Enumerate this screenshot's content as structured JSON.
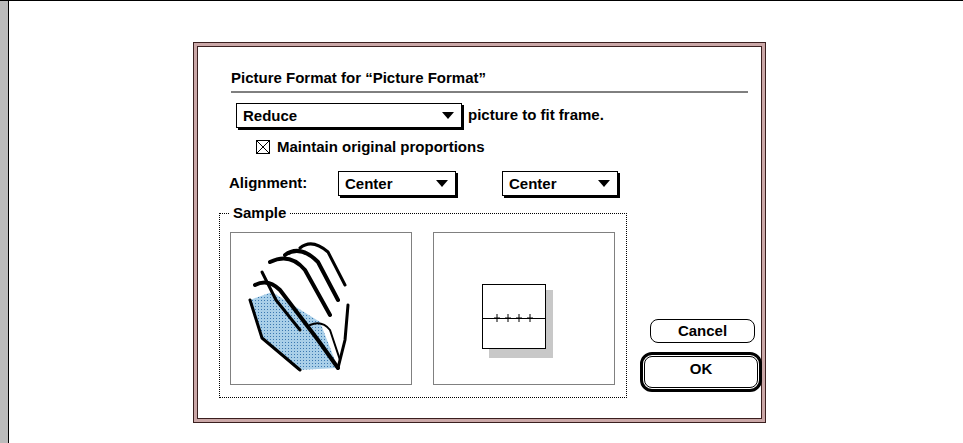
{
  "diagram": {
    "title": "Picture Format for “Picture Format”",
    "nodes": [
      {
        "text": [
          "Reduce"
        ]
      },
      {
        "text": [
          "Center"
        ]
      },
      {
        "text": [
          "Center"
        ]
      },
      {
        "text": [
          "Sample"
        ]
      },
      {
        "text": [
          "Cancel"
        ]
      },
      {
        "text": [
          "OK"
        ]
      }
    ],
    "labels": [
      "picture to fit frame.",
      "Maintain original proportions",
      "Alignment:"
    ]
  }
}
